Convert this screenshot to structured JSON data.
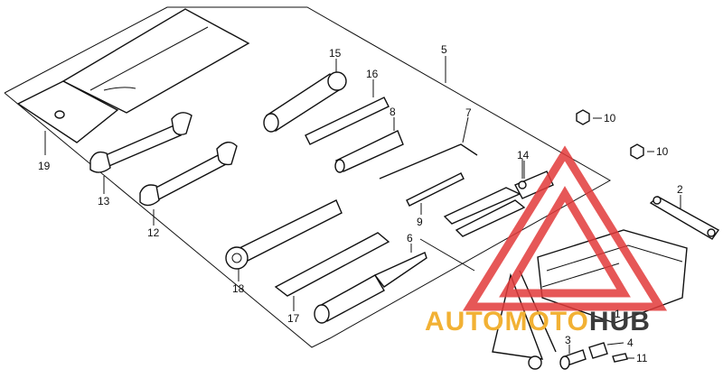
{
  "callouts": [
    {
      "id": "c1",
      "text": "1"
    },
    {
      "id": "c2",
      "text": "2"
    },
    {
      "id": "c3",
      "text": "3"
    },
    {
      "id": "c4",
      "text": "4"
    },
    {
      "id": "c5",
      "text": "5"
    },
    {
      "id": "c6",
      "text": "6"
    },
    {
      "id": "c7",
      "text": "7"
    },
    {
      "id": "c8",
      "text": "8"
    },
    {
      "id": "c9",
      "text": "9"
    },
    {
      "id": "c10a",
      "text": "10"
    },
    {
      "id": "c10b",
      "text": "10"
    },
    {
      "id": "c11",
      "text": "11"
    },
    {
      "id": "c12",
      "text": "12"
    },
    {
      "id": "c13",
      "text": "13"
    },
    {
      "id": "c14",
      "text": "14"
    },
    {
      "id": "c15",
      "text": "15"
    },
    {
      "id": "c16",
      "text": "16"
    },
    {
      "id": "c17",
      "text": "17"
    },
    {
      "id": "c18",
      "text": "18"
    },
    {
      "id": "c19",
      "text": "19"
    }
  ],
  "watermark": {
    "part1": "AUTOMOTO",
    "part2": "HUB",
    "color1": "#f2b134",
    "color2": "#3b3b3b",
    "triangle_color": "#e23a3a"
  }
}
